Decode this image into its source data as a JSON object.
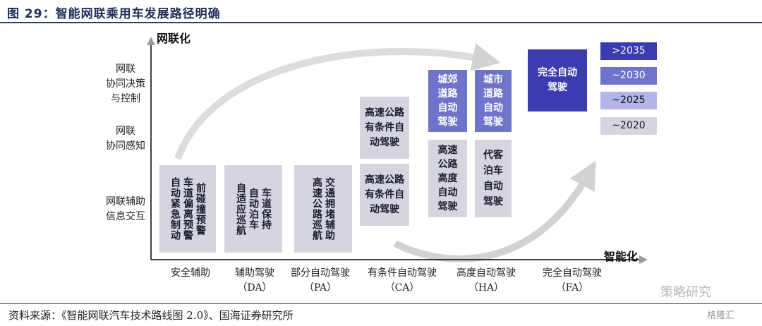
{
  "title": "图 29：智能网联乘用车发展路径明确",
  "source": "资料来源：《智能网联汽车技术路线图 2.0》、国海证券研究所",
  "axes": {
    "y_title": "网联化",
    "x_title": "智能化",
    "y_levels": [
      {
        "lines": [
          "网联",
          "协同决策",
          "与控制"
        ]
      },
      {
        "lines": [
          "网联",
          "协同感知"
        ]
      },
      {
        "lines": [
          "网联辅助",
          "信息交互"
        ]
      }
    ],
    "x_levels": [
      {
        "name": "安全辅助",
        "code": ""
      },
      {
        "name": "辅助驾驶",
        "code": "（DA）"
      },
      {
        "name": "部分自动驾驶",
        "code": "（PA）"
      },
      {
        "name": "有条件自动驾驶",
        "code": "（CA）"
      },
      {
        "name": "高度自动驾驶",
        "code": "（HA）"
      },
      {
        "name": "完全自动驾驶",
        "code": "（FA）"
      }
    ]
  },
  "boxes": {
    "safety": [
      "前碰撞预警",
      "车道偏离预警",
      "自动紧急制动"
    ],
    "da": [
      "车道保持",
      "自动泊车",
      "自适应巡航"
    ],
    "pa": [
      "交通拥堵辅助",
      "高速公路巡航"
    ],
    "ca_top": "高速公路有条件自动驾驶",
    "ca_low": "高速公路有条件自动驾驶",
    "ha_suburb": "城郊道路自动驾驶",
    "ha_city": "城市道路自动驾驶",
    "ha_highway": "高速公路高度自动驾驶",
    "ha_valet": "代客泊车自动驾驶",
    "fa": "完全自动驾驶"
  },
  "years": [
    ">2035",
    "~2030",
    "~2025",
    "~2020"
  ],
  "watermarks": [
    "策略研究",
    "格隆汇"
  ],
  "colors": {
    "grey": "#d5d5e0",
    "mid": "#6f73c9",
    "dark": "#3c3bb0",
    "arrow": "#d2d2d2"
  }
}
